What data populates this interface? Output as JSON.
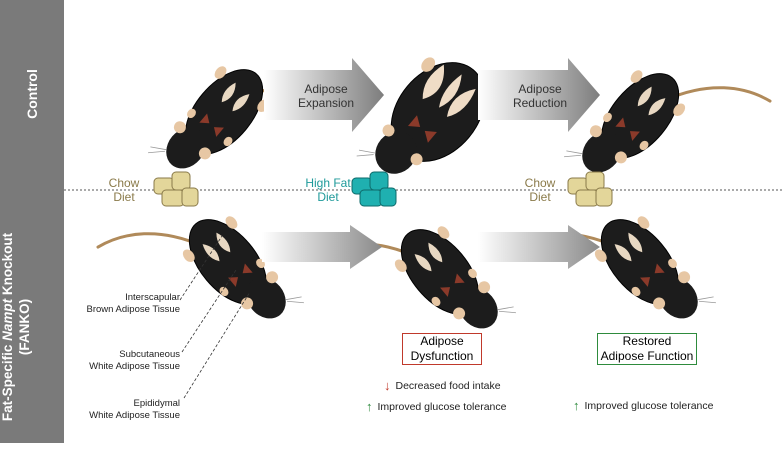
{
  "rows": {
    "control": "Control",
    "knockout_prefix": "Fat-Specific ",
    "knockout_gene": "Nampt",
    "knockout_suffix": " Knockout",
    "knockout_abbr": "(FANKO)"
  },
  "diets": {
    "chow_line1": "Chow",
    "chow_line2": "Diet",
    "hfd_line1": "High Fat",
    "hfd_line2": "Diet",
    "chow2_line1": "Chow",
    "chow2_line2": "Diet"
  },
  "arrows": {
    "expansion_line1": "Adipose",
    "expansion_line2": "Expansion",
    "reduction_line1": "Adipose",
    "reduction_line2": "Reduction"
  },
  "annotations": {
    "brown_line1": "Interscapular",
    "brown_line2": "Brown Adipose Tissue",
    "sub_line1": "Subcutaneous",
    "sub_line2": "White Adipose Tissue",
    "epi_line1": "Epididymal",
    "epi_line2": "White Adipose Tissue"
  },
  "outcomes": {
    "dysfunction_line1": "Adipose",
    "dysfunction_line2": "Dysfunction",
    "restored_line1": "Restored",
    "restored_line2": "Adipose Function"
  },
  "effects": {
    "food": "Decreased food intake",
    "glucose_hfd": "Improved glucose tolerance",
    "glucose_chow": "Improved glucose tolerance"
  },
  "colors": {
    "chow": "#8a7a4a",
    "hfd": "#1f9a9a",
    "dysfunction_border": "#c0392b",
    "restored_border": "#2e8b3d",
    "down_arrow": "#c0392b",
    "up_arrow": "#2e8b3d"
  }
}
